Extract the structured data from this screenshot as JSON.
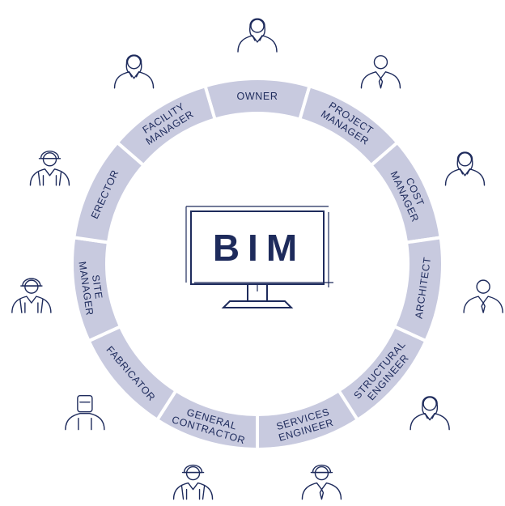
{
  "center": {
    "label": "BIM"
  },
  "roles": [
    {
      "lines": [
        "OWNER"
      ],
      "person": "woman"
    },
    {
      "lines": [
        "PROJECT",
        "MANAGER"
      ],
      "person": "man"
    },
    {
      "lines": [
        "COST",
        "MANAGER"
      ],
      "person": "woman"
    },
    {
      "lines": [
        "ARCHITECT"
      ],
      "person": "man"
    },
    {
      "lines": [
        "STRUCTURAL",
        "ENGINEER"
      ],
      "person": "woman"
    },
    {
      "lines": [
        "SERVICES",
        "ENGINEER"
      ],
      "person": "man-hardhat"
    },
    {
      "lines": [
        "GENERAL",
        "CONTRACTOR"
      ],
      "person": "worker-hardhat"
    },
    {
      "lines": [
        "FABRICATOR"
      ],
      "person": "welder"
    },
    {
      "lines": [
        "SITE",
        "MANAGER"
      ],
      "person": "worker-hardhat"
    },
    {
      "lines": [
        "ERECTOR"
      ],
      "person": "worker-hardhat"
    },
    {
      "lines": [
        "FACILITY",
        "MANAGER"
      ],
      "person": "woman"
    }
  ],
  "colors": {
    "ring": "#c8cadf",
    "ink": "#1e2b5c"
  }
}
